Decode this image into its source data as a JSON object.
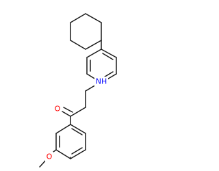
{
  "molecule": {
    "atoms": {
      "oxygen_carbonyl": {
        "label": "O",
        "color": "#ff0000"
      },
      "amine": {
        "label": "NH",
        "color": "#0000ff"
      },
      "oxygen_methoxy": {
        "label": "O",
        "color": "#ff0000"
      }
    }
  }
}
